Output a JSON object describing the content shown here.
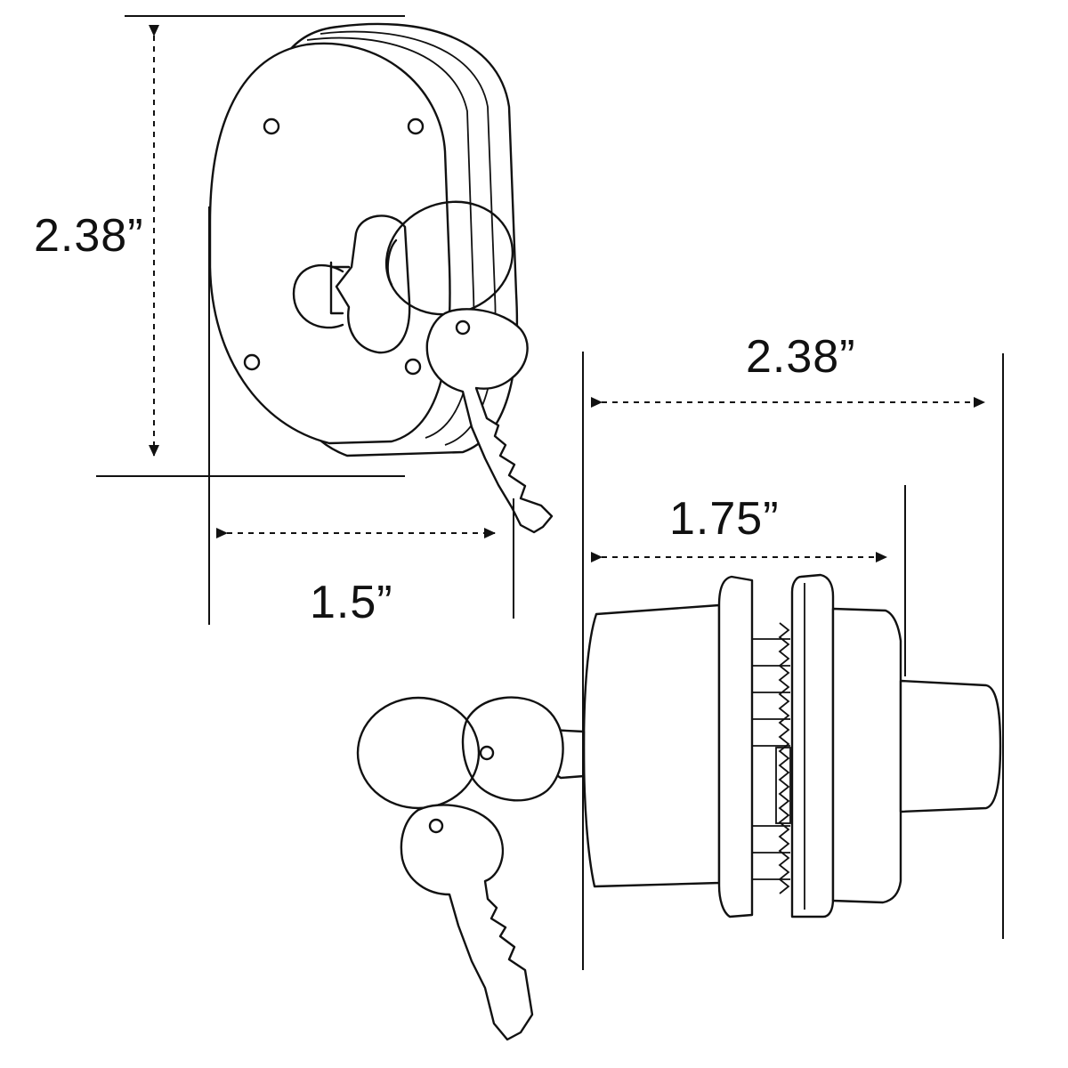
{
  "dimensions": {
    "front_height": "2.38”",
    "front_width": "1.5”",
    "side_overall_width": "2.38”",
    "side_body_width": "1.75”"
  },
  "colors": {
    "line": "#111111",
    "background": "#ffffff"
  }
}
